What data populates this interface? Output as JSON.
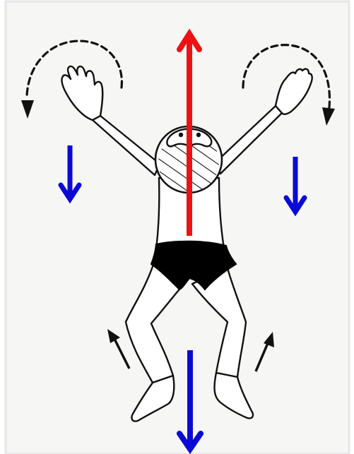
{
  "diagram": {
    "subject": "figure-lying-on-back-arms-raised",
    "colors": {
      "paper": "#f6f6f4",
      "border": "#e6e6e6",
      "line": "#111111",
      "fill": "#ffffff",
      "trunks": "#000000",
      "red_arrow": "#ee1111",
      "blue_arrow": "#0a0ad6",
      "black_arrow": "#111111"
    },
    "arrows": [
      {
        "name": "red-arrow-up",
        "color": "red",
        "direction": "up"
      },
      {
        "name": "blue-arrow-left-side-down",
        "color": "blue",
        "direction": "down"
      },
      {
        "name": "blue-arrow-right-side-down",
        "color": "blue",
        "direction": "down"
      },
      {
        "name": "blue-arrow-bottom-down",
        "color": "blue",
        "direction": "down"
      },
      {
        "name": "black-arrow-left-leg-up",
        "color": "black",
        "direction": "up"
      },
      {
        "name": "black-arrow-right-leg-up",
        "color": "black",
        "direction": "up"
      },
      {
        "name": "dashed-arc-left-counterclockwise",
        "color": "black",
        "style": "dashed"
      },
      {
        "name": "dashed-arc-right-clockwise",
        "color": "black",
        "style": "dashed"
      }
    ]
  }
}
